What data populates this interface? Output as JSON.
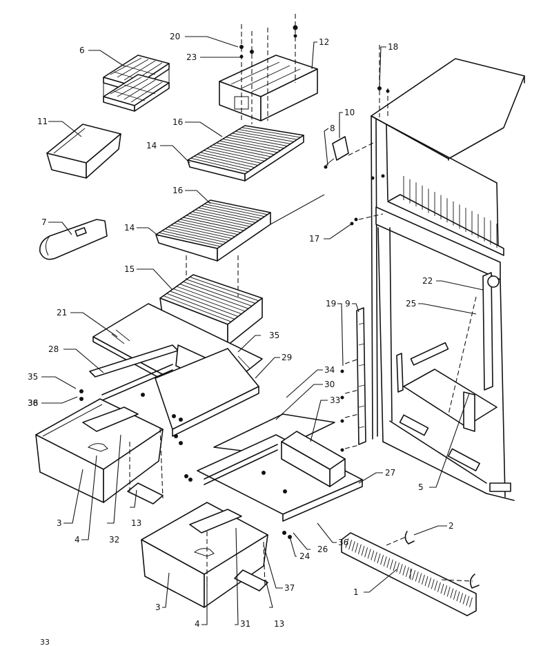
{
  "page_number": "33",
  "callouts": [
    {
      "id": "c-1",
      "text": "1"
    },
    {
      "id": "c-2",
      "text": "2"
    },
    {
      "id": "c-3a",
      "text": "3"
    },
    {
      "id": "c-3b",
      "text": "3"
    },
    {
      "id": "c-4a",
      "text": "4"
    },
    {
      "id": "c-4b",
      "text": "4"
    },
    {
      "id": "c-5",
      "text": "5"
    },
    {
      "id": "c-6",
      "text": "6"
    },
    {
      "id": "c-7",
      "text": "7"
    },
    {
      "id": "c-8",
      "text": "8"
    },
    {
      "id": "c-9",
      "text": "9"
    },
    {
      "id": "c-10",
      "text": "10"
    },
    {
      "id": "c-11",
      "text": "11"
    },
    {
      "id": "c-12",
      "text": "12"
    },
    {
      "id": "c-13a",
      "text": "13"
    },
    {
      "id": "c-13b",
      "text": "13"
    },
    {
      "id": "c-14a",
      "text": "14"
    },
    {
      "id": "c-14b",
      "text": "14"
    },
    {
      "id": "c-15",
      "text": "15"
    },
    {
      "id": "c-16a",
      "text": "16"
    },
    {
      "id": "c-16b",
      "text": "16"
    },
    {
      "id": "c-17",
      "text": "17"
    },
    {
      "id": "c-18",
      "text": "18"
    },
    {
      "id": "c-19",
      "text": "19"
    },
    {
      "id": "c-20",
      "text": "20"
    },
    {
      "id": "c-21",
      "text": "21"
    },
    {
      "id": "c-22",
      "text": "22"
    },
    {
      "id": "c-23",
      "text": "23"
    },
    {
      "id": "c-24",
      "text": "24"
    },
    {
      "id": "c-25",
      "text": "25"
    },
    {
      "id": "c-26",
      "text": "26"
    },
    {
      "id": "c-27",
      "text": "27"
    },
    {
      "id": "c-28",
      "text": "28"
    },
    {
      "id": "c-29",
      "text": "29"
    },
    {
      "id": "c-30",
      "text": "30"
    },
    {
      "id": "c-31",
      "text": "31"
    },
    {
      "id": "c-32",
      "text": "32"
    },
    {
      "id": "c-33",
      "text": "33"
    },
    {
      "id": "c-34",
      "text": "34"
    },
    {
      "id": "c-35a",
      "text": "35"
    },
    {
      "id": "c-35b",
      "text": "35"
    },
    {
      "id": "c-36a",
      "text": "36"
    },
    {
      "id": "c-36b",
      "text": "36"
    },
    {
      "id": "c-37",
      "text": "37"
    },
    {
      "id": "c-38",
      "text": "38"
    }
  ]
}
